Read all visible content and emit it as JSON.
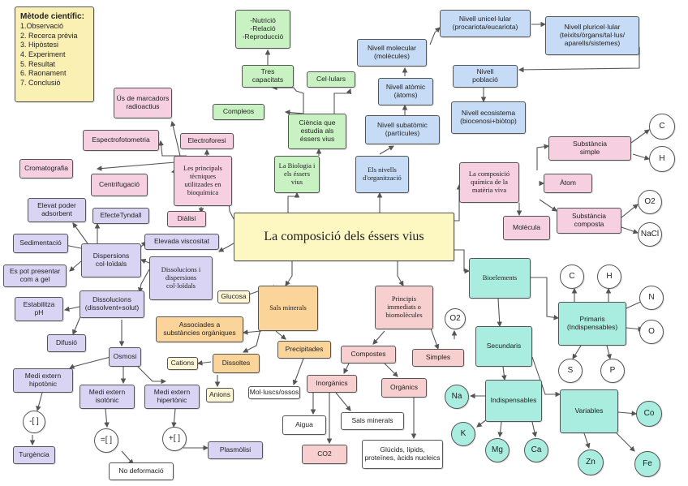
{
  "method": {
    "title": "Mètode científic:",
    "steps": [
      "1.Observació",
      "2. Recerca prèvia",
      "3. Hipòstesi",
      "4. Experiment",
      "5. Resultat",
      "6. Raonament",
      "7. Conclusió"
    ]
  },
  "nodes": {
    "central": "La composició dels éssers vius",
    "ciencia": "Ciència que\nestudia als\néssers vius",
    "biologia": "La Biologia i\nels éssers\nvius",
    "tres_capacitats": "Tres\ncapacitats",
    "funcions": "-Nutrició\n-Relació\n-Reproducció",
    "cellulars": "Cel·lulars",
    "complexos": "Compleos",
    "nivells": "Els nivells\nd'organització",
    "subatomic": "Nivell subatòmic\n(partícules)",
    "atomic": "Nivell atòmic\n(àtoms)",
    "molecular": "Nivell molecular\n(molècules)",
    "unicel": "Nivell unicel·lular\n(procariota/eucariota)",
    "pluricel": "Nivell pluricel·lular\n(teixits/òrgans/tal·lus/\naparells/sistemes)",
    "poblacio": "Nivell\npoblació",
    "ecosistema": "Nivell ecosistema\n(biocenosi+biòtop)",
    "tecniques": "Les principals\ntècniques\nutilitzades en\nbioquímica",
    "marcadors": "Ús de marcadors\nradioactius",
    "electroforesi": "Electroforesi",
    "espectro": "Espectrofotometria",
    "cromato": "Cromatografia",
    "centri": "Centrifugació",
    "dialisi": "Diàlisi",
    "dissolucions_disp": "Dissolucions i\ndispersions\ncol·loïdals",
    "dispersions": "Dispersions\ncol·loïdals",
    "elevat_poder": "Elevat poder\nadsorbent",
    "tyndall": "EfecteTyndall",
    "sedimentacio": "Sedimentació",
    "gel": "Es pot presentar\ncom a gel",
    "viscositat": "Elevada viscositat",
    "dissolucions": "Dissolucions\n(dissolvent+solut)",
    "estabilitza": "Estabilitza\npH",
    "difusio": "Difusió",
    "osmosi": "Osmosi",
    "hipotonic": "Medi extern\nhipotònic",
    "isotonic": "Medi extern\nisotònic",
    "hipertonic": "Medi extern\nhipertònic",
    "sym_minus": "-[ ]",
    "sym_eq": "=[ ]",
    "sym_plus": "+[ ]",
    "turgencia": "Turgència",
    "no_deformacio": "No deformació",
    "plasmolisi": "Plasmòlisi",
    "sals": "Sals minerals",
    "glucosa": "Glucosa",
    "associades": "Associades a\nsubstàncies orgàniques",
    "precipitades": "Precipitades",
    "dissoltes": "Dissoltes",
    "cations": "Cations",
    "anions": "Anions",
    "molluscs": "Mol·luscs/ossos",
    "principis": "Principis\nimmediats o\nbiomolècules",
    "compostes": "Compostes",
    "simples": "Simples",
    "o2_simple": "O2",
    "inorganics": "Inorgànics",
    "organics": "Orgànics",
    "aigua": "Aigua",
    "sals2": "Sals minerals",
    "co2": "CO2",
    "glucids": "Glúcids, lípids,\nproteïnes, àcids nucleics",
    "comp_quimica": "La composició\nquímica de la\nmatèria viva",
    "simple": "Substància\nsimple",
    "c1": "C",
    "h1": "H",
    "atom": "Àtom",
    "molecula": "Molècula",
    "composta": "Substància\ncomposta",
    "o2b": "O2",
    "nacl": "NaCl",
    "bioelements": "Bioelements",
    "primaris": "Primaris\n(Indispensables)",
    "p_c": "C",
    "p_h": "H",
    "p_n": "N",
    "p_o": "O",
    "p_s": "S",
    "p_p": "P",
    "secundaris": "Secundaris",
    "indispensables": "Indispensables",
    "na": "Na",
    "k": "K",
    "mg": "Mg",
    "ca": "Ca",
    "variables": "Variables",
    "co": "Co",
    "zn": "Zn",
    "fe": "Fe"
  },
  "colors": {
    "green": "#c9f2c3",
    "blue": "#c6dbf5",
    "pink": "#f6cfe0",
    "purple": "#d9d4f3",
    "teal": "#a9ece0",
    "orange": "#fbd49a",
    "yellow": "#fdf7c2",
    "salmon": "#f7cfcf",
    "line": "#555555"
  }
}
